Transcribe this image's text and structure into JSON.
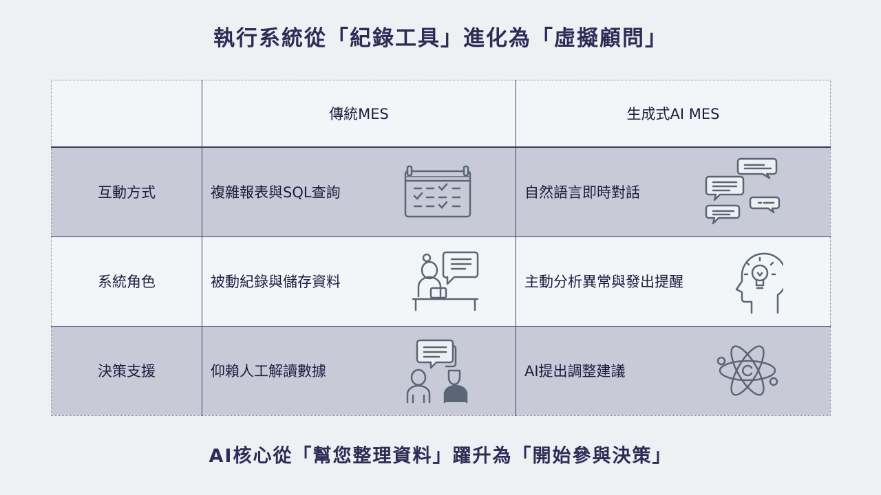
{
  "title": "執行系統從「紀錄工具」進化為「虛擬顧問」",
  "table": {
    "headers": [
      "",
      "傳統MES",
      "生成式AI MES"
    ],
    "rows": [
      {
        "label": "互動方式",
        "traditional": "複雜報表與SQL查詢",
        "traditional_icon": "calendar-checklist-icon",
        "ai": "自然語言即時對話",
        "ai_icon": "chat-bubbles-icon"
      },
      {
        "label": "系統角色",
        "traditional": "被動紀錄與儲存資料",
        "traditional_icon": "person-at-laptop-icon",
        "ai": "主動分析異常與發出提醒",
        "ai_icon": "head-lightbulb-icon"
      },
      {
        "label": "決策支援",
        "traditional": "仰賴人工解讀數據",
        "traditional_icon": "people-discussion-icon",
        "ai": "AI提出調整建議",
        "ai_icon": "atom-icon"
      }
    ]
  },
  "footer": "AI核心從「幫您整理資料」躍升為「開始參與決策」",
  "colors": {
    "accent": "#2f2b55",
    "row_shade": "#c8cad7",
    "row_light": "#f3f6f8",
    "icon": "#5a6675"
  }
}
